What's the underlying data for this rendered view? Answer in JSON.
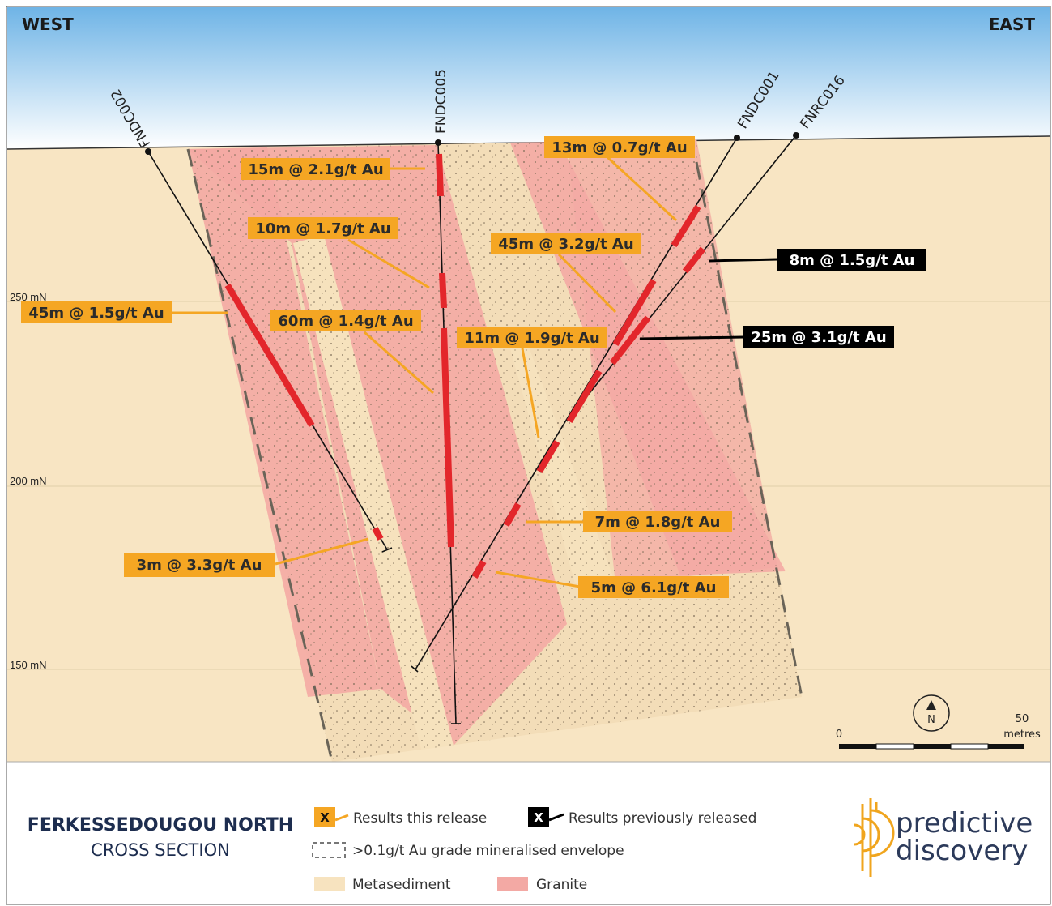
{
  "directions": {
    "west": "WEST",
    "east": "EAST"
  },
  "elevations": {
    "e250": "250 mN",
    "e200": "200 mN",
    "e150": "150 mN"
  },
  "holes": {
    "fndc002": "FNDC002",
    "fndc005": "FNDC005",
    "fndc001": "FNDC001",
    "fnrc016": "FNRC016"
  },
  "intercepts": {
    "i1": "15m @ 2.1g/t Au",
    "i2": "13m @ 0.7g/t Au",
    "i3": "10m @ 1.7g/t Au",
    "i4": "45m @ 3.2g/t Au",
    "i5": "8m @ 1.5g/t Au",
    "i6": "45m @ 1.5g/t Au",
    "i7": "60m @ 1.4g/t Au",
    "i8": "11m @ 1.9g/t Au",
    "i9": "25m @ 3.1g/t Au",
    "i10": "7m @ 1.8g/t Au",
    "i11": "3m @ 3.3g/t Au",
    "i12": "5m @ 6.1g/t Au"
  },
  "north_arrow": "N",
  "scale_bar": {
    "start": "0",
    "end": "50",
    "unit": "metres"
  },
  "legend": {
    "title": "FERKESSEDOUGOU NORTH",
    "subtitle": "CROSS SECTION",
    "this_release_symbol": "X",
    "this_release": "Results this release",
    "previous_symbol": "X",
    "previous": "Results previously released",
    "envelope": ">0.1g/t Au grade mineralised envelope",
    "metasediment": "Metasediment",
    "granite": "Granite"
  },
  "logo": {
    "line1": "predictive",
    "line2": "discovery"
  },
  "colors": {
    "callout_new": "#f5a623",
    "callout_previous": "#000000",
    "intercept": "#e3262b",
    "metasediment": "#f7e3bf",
    "granite": "#f3a9a4",
    "sky_top": "#6fb4e6",
    "legend_text": "#1d2d4f",
    "logo_gold": "#f0a51e"
  }
}
